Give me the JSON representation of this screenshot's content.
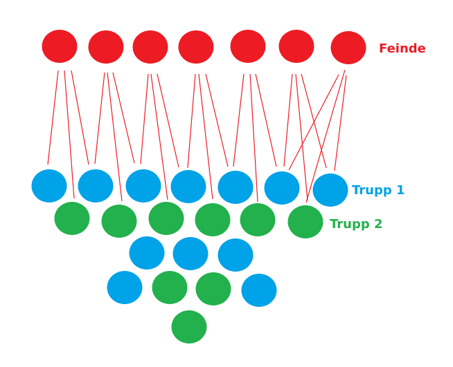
{
  "labels": {
    "enemies": "Feinde",
    "squad1": "Trupp 1",
    "squad2": "Trupp 2"
  },
  "colors": {
    "enemies": "#ED1C24",
    "squad1": "#00A2E8",
    "squad2": "#22B14C",
    "lines": "#ED1C24"
  }
}
